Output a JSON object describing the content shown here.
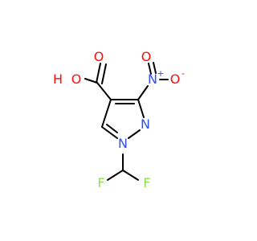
{
  "molecule": {
    "atoms": {
      "carbonyl_o": "O",
      "hydroxyl": "O",
      "hydroxyl_h": "H",
      "nitro_n": "N",
      "nitro_n_charge": "+",
      "nitro_o_top": "O",
      "nitro_o_right": "O",
      "nitro_o_charge": "-",
      "ring_n2": "N",
      "ring_n1": "N",
      "fluorine_left": "F",
      "fluorine_right": "F"
    },
    "colors": {
      "oxygen": "#ff0d0d",
      "nitrogen": "#3050f8",
      "fluorine": "#90e050",
      "bond": "#000000"
    }
  }
}
